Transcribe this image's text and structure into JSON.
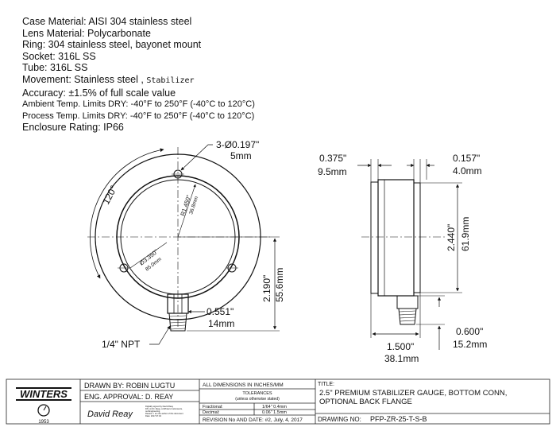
{
  "specs": [
    "Case Material: AISI 304 stainless steel",
    "Lens Material: Polycarbonate",
    "Ring: 304 stainless steel, bayonet mount",
    "Socket: 316L SS",
    "Tube: 316L SS"
  ],
  "movement": {
    "label": "Movement: Stainless steel",
    "suffix": "Stabilizer"
  },
  "accuracy": "Accuracy: ±1.5% of full scale value",
  "ambient": "Ambient Temp. Limits DRY: -40°F to 250°F (-40°C to 120°C)",
  "process": "Process Temp. Limits DRY: -40°F to 250°F (-40°C to 120°C)",
  "enclosure": "Enclosure Rating: IP66",
  "front": {
    "holes_in": "3-Ø0.197\"",
    "holes_mm": "5mm",
    "angle": "120°",
    "r_in": "R1.450\"",
    "r_mm": "36.8mm",
    "d_in": "Ø3.350\"",
    "d_mm": "85.0mm",
    "hex_in": "0.551\"",
    "hex_mm": "14mm",
    "height_in": "2.190\"",
    "height_mm": "55.6mm",
    "npt": "1/4\" NPT"
  },
  "side": {
    "flange_in": "0.375\"",
    "flange_mm": "9.5mm",
    "lens_in": "0.157\"",
    "lens_mm": "4.0mm",
    "dia_in": "2.440\"",
    "dia_mm": "61.9mm",
    "stem_in": "0.600\"",
    "stem_mm": "15.2mm",
    "depth_in": "1.500\"",
    "depth_mm": "38.1mm"
  },
  "titleblock": {
    "logo": "WINTERS",
    "year": "1953",
    "fine_print": [
      "Digitally signed by David Reay",
      "DN: cn=D. Reay, o=Winters Instruments,",
      "ou=Engineering,",
      "Reason: I am the author of this document",
      "Date: 2017.07.04"
    ],
    "drawn_label": "DRAWN BY:",
    "drawn_value": "ROBIN LUGTU",
    "approval_label": "ENG. APPROVAL:",
    "approval_value": "D. REAY",
    "signature": "David Reay",
    "dims": "ALL DIMENSIONS IN INCHES/MM",
    "tol_title": "TOLERANCES",
    "tol_sub": "(unless otherwise stated)",
    "frac_label": "Fractional:",
    "frac_value": "1/64\" 0.4mm",
    "dec_label": "Decimal:",
    "dec_value": "0.06\" 1.5mm",
    "rev_label": "REVISION No AND DATE:",
    "rev_value": "#2, July, 4, 2017",
    "title_label": "TITLE:",
    "title_line1": "2.5\" PREMIUM STABILIZER GAUGE, BOTTOM CONN,",
    "title_line2": "OPTIONAL BACK FLANGE",
    "drawing_label": "DRAWING NO:",
    "drawing_value": "PFP-ZR-25-T-S-B"
  }
}
